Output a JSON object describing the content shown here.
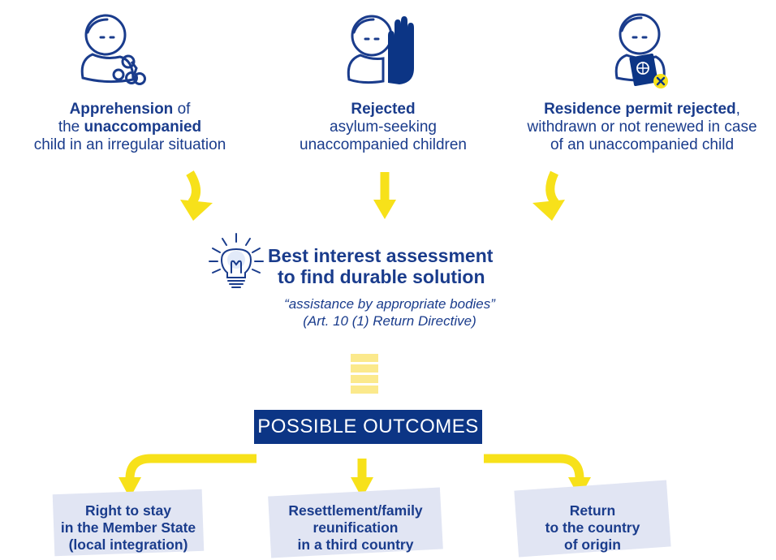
{
  "sources": [
    {
      "icon": "handcuffed-child-icon",
      "lines": [
        [
          {
            "t": "Apprehension",
            "b": true
          },
          {
            "t": " of",
            "b": false
          }
        ],
        [
          {
            "t": "the ",
            "b": false
          },
          {
            "t": "unaccompanied",
            "b": true
          }
        ],
        [
          {
            "t": "child in an irregular situation",
            "b": false
          }
        ]
      ]
    },
    {
      "icon": "rejected-hand-child-icon",
      "lines": [
        [
          {
            "t": "Rejected",
            "b": true
          }
        ],
        [
          {
            "t": "asylum-seeking",
            "b": false
          }
        ],
        [
          {
            "t": "unaccompanied children",
            "b": false
          }
        ]
      ]
    },
    {
      "icon": "passport-rejected-child-icon",
      "lines": [
        [
          {
            "t": "Residence permit rejected",
            "b": true
          },
          {
            "t": ",",
            "b": false
          }
        ],
        [
          {
            "t": "withdrawn or not renewed in case",
            "b": false
          }
        ],
        [
          {
            "t": "of an unaccompanied child",
            "b": false
          }
        ]
      ]
    }
  ],
  "assessment": {
    "icon": "lightbulb-icon",
    "title_line1": "Best interest assessment",
    "title_line2": "to find durable solution",
    "quote_line1": "“assistance by appropriate bodies”",
    "quote_line2": "(Art. 10 (1) Return Directive)"
  },
  "outcomes_header": "POSSIBLE OUTCOMES",
  "outcomes": [
    {
      "lines": [
        "Right to stay",
        "in the Member State",
        "(local integration)"
      ]
    },
    {
      "lines": [
        "Resettlement/family",
        "reunification",
        "in a third country"
      ]
    },
    {
      "lines": [
        "Return",
        "to the country",
        "of origin"
      ]
    }
  ],
  "colors": {
    "navy": "#0c3585",
    "text_blue": "#1a3c8c",
    "arrow_yellow": "#f7e11a",
    "bar_yellow": "#fbe98c",
    "card_bg": "#e1e5f3"
  }
}
